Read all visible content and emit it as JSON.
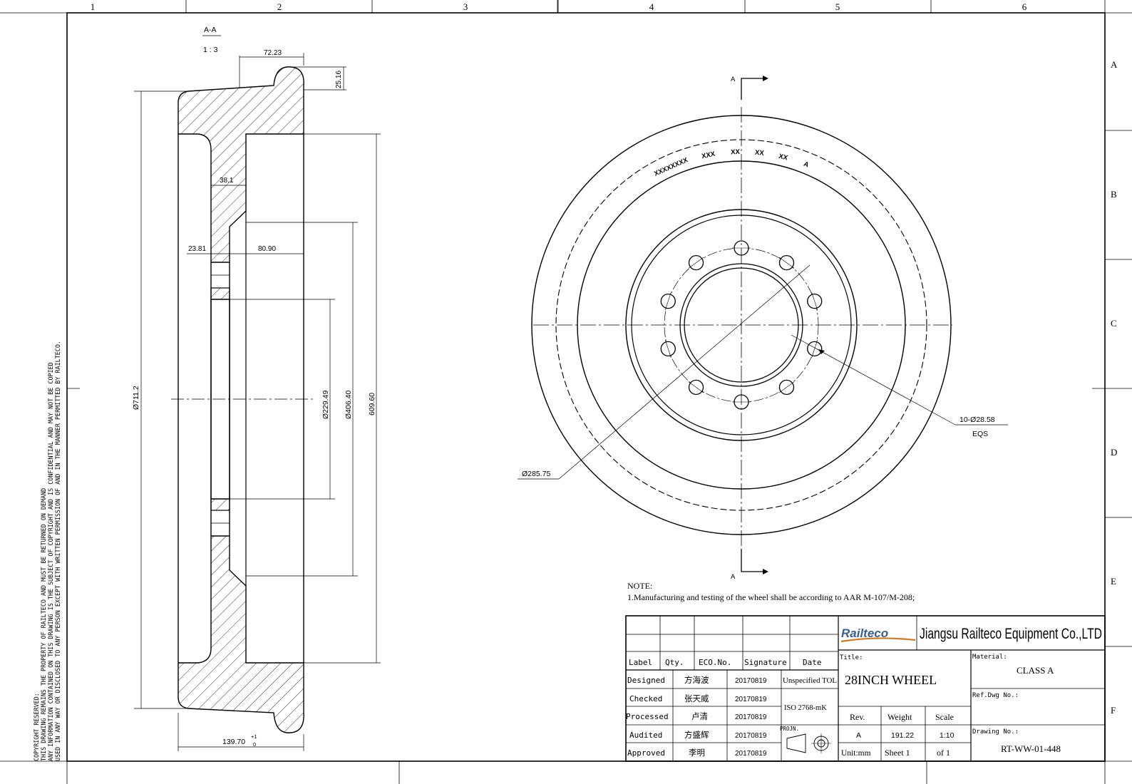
{
  "border": {
    "columns": [
      "1",
      "2",
      "3",
      "4",
      "5",
      "6"
    ],
    "rows": [
      "A",
      "B",
      "C",
      "D",
      "E",
      "F"
    ]
  },
  "copyright": [
    "COPYRIGHT RESERVED:",
    "THIS DRAWING REMAINS THE PROPERTY OF RAILTECO AND MUST BE RETURNED ON DEMAND",
    "ANY INFORMATION CONTAINED ON THIS DRAWING IS THE SUBJECT OF COPYRIGHT AND IS CONFIDENTIAL AND MAY NOT BE COPIED",
    "USED IN ANY WAY OR DISCLOSED TO ANY PERSON EXCEPT WITH WRITTEN PERMISSION OF AND IN THE MANNER PERMITTED BY RAILTECO."
  ],
  "section_view": {
    "label": "A-A",
    "scale": "1 : 3",
    "dims": {
      "flange_width": "72.23",
      "flange_height": "25.16",
      "web_thickness": "38.1",
      "offset_small": "23.81",
      "hub_offset": "80.90",
      "dia_outer": "Ø711.2",
      "dia_bore": "Ø229.49",
      "dia_hub": "Ø406.40",
      "dia_tread": "609.60",
      "hub_length": "139.70",
      "tol_upper": "+1",
      "tol_lower": "0"
    }
  },
  "front_view": {
    "section_mark": "A",
    "stamp": [
      "XXXXXXXX",
      "XXX",
      "XX",
      "XX",
      "XX",
      "A"
    ],
    "bolt_holes": "10-Ø28.58",
    "bolt_eqs": "EQS",
    "pcd": "Ø285.75"
  },
  "note": {
    "heading": "NOTE:",
    "line1": "1.Manufacturing and testing of the wheel shall be according to AAR M-107/M-208;"
  },
  "title_block": {
    "company_logo": "Railteco",
    "company_name": "Jiangsu Railteco Equipment Co.,LTD",
    "revision_headers": [
      "Label",
      "Qty.",
      "ECO.No.",
      "Signature",
      "Date"
    ],
    "signoff": [
      {
        "role": "Designed",
        "name": "方海波",
        "date": "20170819"
      },
      {
        "role": "Checked",
        "name": "张天威",
        "date": "20170819"
      },
      {
        "role": "Processed",
        "name": "卢清",
        "date": "20170819"
      },
      {
        "role": "Audited",
        "name": "方盛辉",
        "date": "20170819"
      },
      {
        "role": "Approved",
        "name": "李明",
        "date": "20170819"
      }
    ],
    "tolerance_label": "Unspecified TOL",
    "tolerance_std": "ISO 2768-mK",
    "projection_label": "PROJN.",
    "title_label": "Title:",
    "title": "28INCH WHEEL",
    "rev_label": "Rev.",
    "rev": "A",
    "weight_label": "Weight",
    "weight": "191.22",
    "scale_label": "Scale",
    "scale": "1:10",
    "unit": "Unit:mm",
    "sheet": "Sheet 1",
    "of": "of 1",
    "material_label": "Material:",
    "material": "CLASS A",
    "ref_label": "Ref.Dwg No.:",
    "drawing_no_label": "Drawing No.:",
    "drawing_no": "RT-WW-01-448"
  },
  "colors": {
    "line": "#000000",
    "paper": "#ffffff",
    "logo_accent": "#c87a2a",
    "logo_text": "#3a5f8a"
  }
}
